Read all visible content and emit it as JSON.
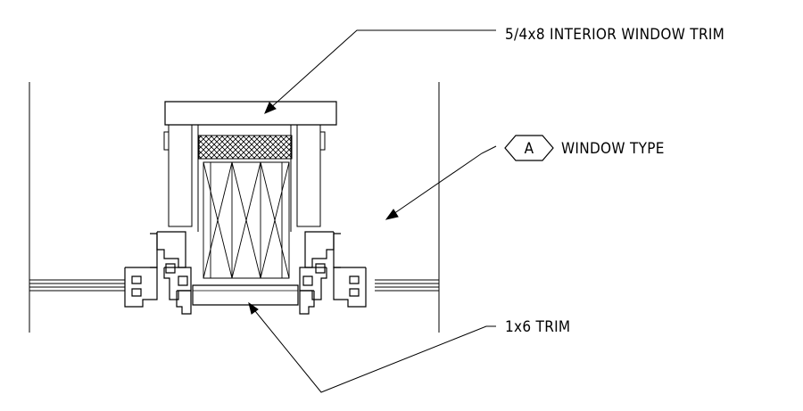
{
  "labels": {
    "interior_trim": "5/4x8 INTERIOR WINDOW TRIM",
    "window_type": "WINDOW TYPE",
    "window_type_tag": "A",
    "bottom_trim": "1x6 TRIM"
  },
  "colors": {
    "line": "#000000",
    "background": "#ffffff"
  }
}
